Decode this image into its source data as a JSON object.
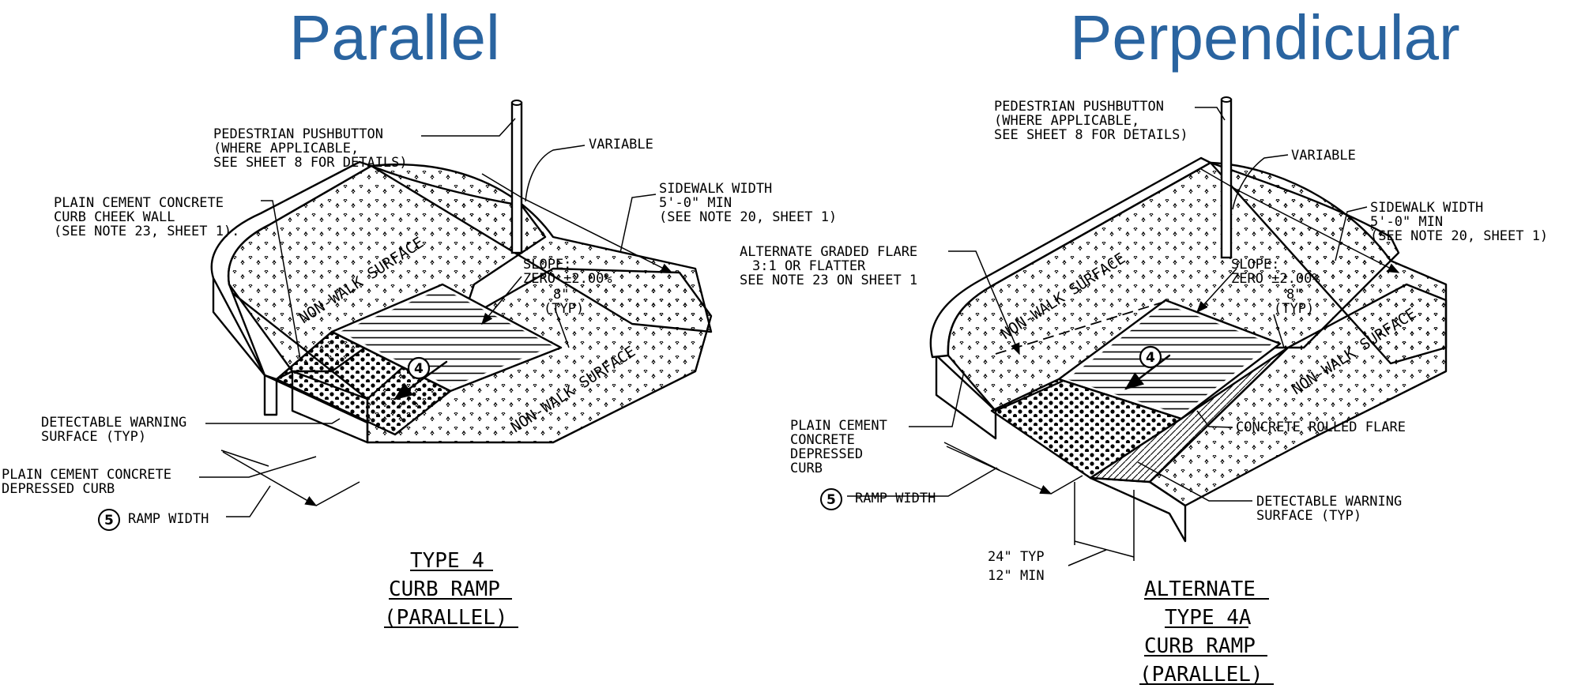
{
  "headings": {
    "left": "Parallel",
    "right": "Perpendicular"
  },
  "left_diagram": {
    "labels": {
      "pushbutton_1": "PEDESTRIAN PUSHBUTTON",
      "pushbutton_2": "(WHERE APPLICABLE,",
      "pushbutton_3": "SEE SHEET 8 FOR DETAILS)",
      "variable": "VARIABLE",
      "cheek_1": "PLAIN CEMENT CONCRETE",
      "cheek_2": "CURB CHEEK WALL",
      "cheek_3": "(SEE NOTE 23, SHEET 1).",
      "sidewalk_1": "SIDEWALK WIDTH",
      "sidewalk_2": "5'-0\" MIN",
      "sidewalk_3": "(SEE NOTE 20, SHEET 1)",
      "slope_1": "SLOPE:",
      "slope_2": "ZERO ±2.00%",
      "typ_1": "8\"",
      "typ_2": "(TYP)",
      "nonwalk_a": "NON-WALK SURFACE",
      "nonwalk_b": "NON-WALK SURFACE",
      "detect_1": "DETECTABLE WARNING",
      "detect_2": "SURFACE (TYP)",
      "depressed_1": "PLAIN CEMENT CONCRETE",
      "depressed_2": "DEPRESSED CURB",
      "ramp_num": "5",
      "ramp_width": "RAMP WIDTH",
      "slope_num": "4"
    },
    "caption": [
      "TYPE 4",
      "CURB RAMP",
      "(PARALLEL)"
    ]
  },
  "right_diagram": {
    "labels": {
      "pushbutton_1": "PEDESTRIAN PUSHBUTTON",
      "pushbutton_2": "(WHERE APPLICABLE,",
      "pushbutton_3": "SEE SHEET 8 FOR DETAILS)",
      "variable": "VARIABLE",
      "sidewalk_1": "SIDEWALK WIDTH",
      "sidewalk_2": "5'-0\" MIN",
      "sidewalk_3": "(SEE NOTE 20, SHEET 1)",
      "flare_1": "ALTERNATE GRADED FLARE",
      "flare_2": "3:1 OR FLATTER",
      "flare_3": "SEE NOTE 23 ON SHEET 1",
      "slope_1": "SLOPE:",
      "slope_2": "ZERO ±2.00%",
      "typ_1": "8\"",
      "typ_2": "(TYP)",
      "nonwalk_a": "NON-WALK SURFACE",
      "nonwalk_b": "NON-WALK SURFACE",
      "depressed_1": "PLAIN CEMENT",
      "depressed_2": "CONCRETE",
      "depressed_3": "DEPRESSED",
      "depressed_4": "CURB",
      "rolled": "CONCRETE ROLLED FLARE",
      "ramp_num": "5",
      "ramp_width": "RAMP WIDTH",
      "detect_1": "DETECTABLE WARNING",
      "detect_2": "SURFACE (TYP)",
      "dim_1": "24\" TYP",
      "dim_2": "12\" MIN",
      "slope_num": "4"
    },
    "caption": [
      "ALTERNATE",
      "TYPE 4A",
      "CURB RAMP",
      "(PARALLEL)"
    ]
  }
}
